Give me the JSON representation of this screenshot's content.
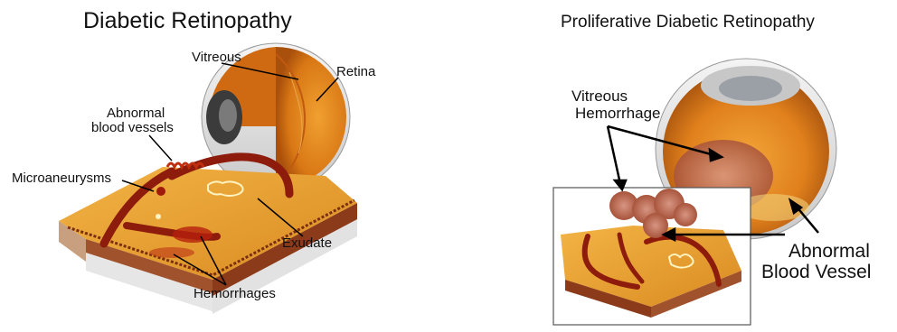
{
  "left_panel": {
    "title": "Diabetic Retinopathy",
    "labels": {
      "vitreous": "Vitreous",
      "retina": "Retina",
      "abnormal_vessels_line1": "Abnormal",
      "abnormal_vessels_line2": "blood vessels",
      "microaneurysms": "Microaneurysms",
      "exudate": "Exudate",
      "hemorrhages": "Hemorrhages"
    }
  },
  "right_panel": {
    "title": "Proliferative Diabetic Retinopathy",
    "labels": {
      "vitreous_hemorrhage_line1": "Vitreous",
      "vitreous_hemorrhage_line2": "Hemorrhage",
      "abnormal_vessel_line1": "Abnormal",
      "abnormal_vessel_line2": "Blood Vessel"
    }
  }
}
